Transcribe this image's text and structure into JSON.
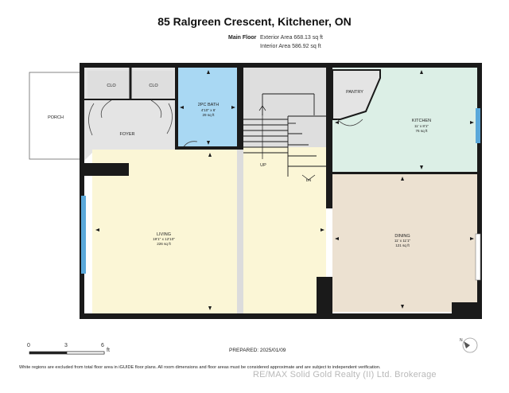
{
  "header": {
    "title": "85 Ralgreen Crescent, Kitchener, ON",
    "floor_label": "Main Floor",
    "exterior_area": "Exterior Area 668.13 sq ft",
    "interior_area": "Interior Area 586.92 sq ft"
  },
  "rooms": {
    "porch": {
      "name": "PORCH"
    },
    "clo1": {
      "name": "CLO"
    },
    "clo2": {
      "name": "CLO"
    },
    "foyer": {
      "name": "FOYER"
    },
    "bath": {
      "name": "2PC BATH",
      "dims": "4'10\" x 6'",
      "area": "29 sq ft"
    },
    "pantry": {
      "name": "PANTRY"
    },
    "kitchen": {
      "name": "KITCHEN",
      "dims": "11' x 8'1\"",
      "area": "76 sq ft"
    },
    "stairs_up": {
      "name": "UP"
    },
    "stairs_dn": {
      "name": "DN"
    },
    "living": {
      "name": "LIVING",
      "dims": "19'1\" x 12'10\"",
      "area": "226 sq ft"
    },
    "dining": {
      "name": "DINING",
      "dims": "11' x 11'1\"",
      "area": "121 sq ft"
    }
  },
  "colors": {
    "wall": "#1a1a1a",
    "foyer": "#e4e4e4",
    "bath": "#a9d8f3",
    "kitchen": "#dcefe6",
    "living": "#fbf6d6",
    "dining": "#ece1d1",
    "window": "#5aa8da"
  },
  "scale": {
    "marks": [
      "0",
      "3",
      "6"
    ],
    "unit": "ft"
  },
  "footer": {
    "prepared": "PREPARED: 2025/01/09",
    "disclaimer": "White regions are excluded from total floor area in iGUIDE floor plans. All room dimensions and floor areas must be considered approximate and are subject to independent verification.",
    "watermark": "RE/MAX Solid Gold Realty (II) Ltd. Brokerage"
  },
  "compass": {
    "label": "N"
  }
}
